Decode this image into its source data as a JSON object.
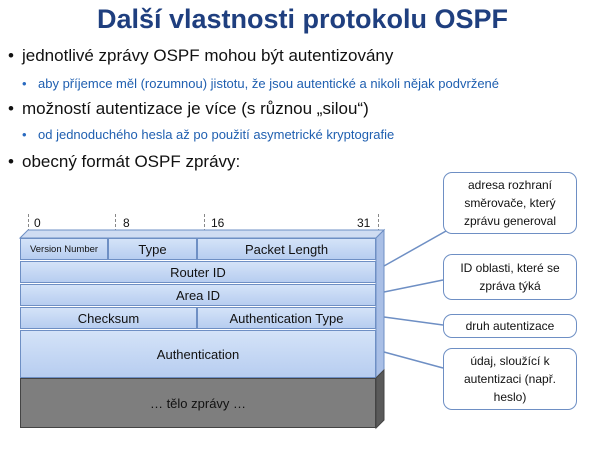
{
  "title": "Další vlastnosti protokolu OSPF",
  "bullets": [
    {
      "text": "jednotlivé zprávy OSPF mohou být autentizovány",
      "sub": "aby příjemce měl (rozumnou) jistotu, že jsou autentické a nikoli nějak podvržené"
    },
    {
      "text": "možností autentizace je více (s různou „silou“)",
      "sub": "od jednoduchého hesla až po použití asymetrické kryptografie"
    },
    {
      "text": "obecný formát OSPF zprávy:",
      "sub": ""
    }
  ],
  "bullet_char": "•",
  "bit_labels": [
    "0",
    "8",
    "16",
    "31"
  ],
  "packet": {
    "version": "Version Number",
    "type": "Type",
    "length": "Packet Length",
    "router_id": "Router ID",
    "area_id": "Area ID",
    "checksum": "Checksum",
    "auth_type": "Authentication Type",
    "authentication": "Authentication",
    "body": "… tělo  zprávy …"
  },
  "callouts": {
    "router": "adresa rozhraní\nsměrovače, který\nzprávu  generoval",
    "area": "ID oblasti, které se\nzpráva týká",
    "auth_type": "druh autentizace",
    "auth": "údaj, sloužící k\nautentizaci (např.\nheslo)"
  },
  "colors": {
    "title": "#1f3f7f",
    "sub_bullet": "#1f5fb0",
    "field": "#c4d8f4",
    "body": "#7e7e7e"
  }
}
